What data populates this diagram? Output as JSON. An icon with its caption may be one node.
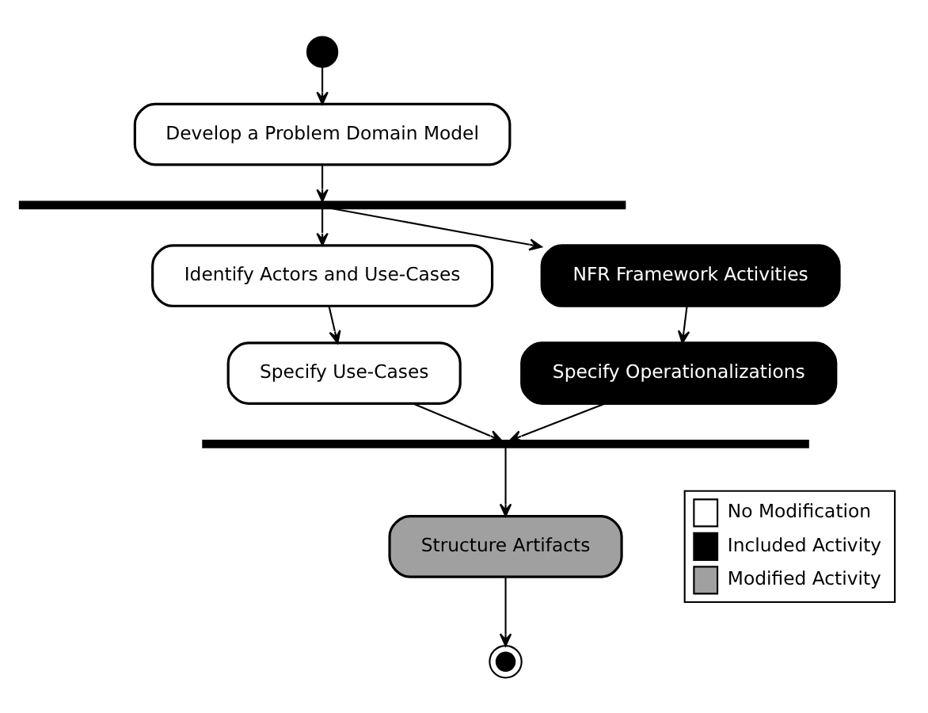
{
  "diagram": {
    "nodes": [
      {
        "text": [],
        "shape": "circle"
      },
      {
        "text": [
          "Develop a Problem Domain Model"
        ]
      },
      {
        "text": [],
        "shape": "bar"
      },
      {
        "text": [
          "Identify Actors and Use-Cases"
        ]
      },
      {
        "text": [
          "NFR Framework Activities"
        ]
      },
      {
        "text": [
          "Specify Use-Cases"
        ]
      },
      {
        "text": [
          "Specify Operationalizations"
        ]
      },
      {
        "text": [],
        "shape": "bar"
      },
      {
        "text": [
          "Structure Artifacts"
        ]
      },
      {
        "text": [],
        "shape": "bullseye"
      }
    ],
    "edges": [
      {
        "from": 0,
        "to": 1,
        "arrow": "to"
      },
      {
        "from": 1,
        "to": 2,
        "arrow": "to"
      },
      {
        "from": 2,
        "to": 3,
        "arrow": "to"
      },
      {
        "from": 2,
        "to": 4,
        "arrow": "to"
      },
      {
        "from": 3,
        "to": 5,
        "arrow": "to"
      },
      {
        "from": 4,
        "to": 6,
        "arrow": "to"
      },
      {
        "from": 5,
        "to": 7,
        "arrow": "to"
      },
      {
        "from": 6,
        "to": 7,
        "arrow": "to"
      },
      {
        "from": 7,
        "to": 8,
        "arrow": "to"
      },
      {
        "from": 8,
        "to": 9,
        "arrow": "to"
      }
    ],
    "legend": [
      {
        "text": "No Modification",
        "color": "#ffffff"
      },
      {
        "text": "Included Activity",
        "color": "#000000"
      },
      {
        "text": "Modified Activity",
        "color": "#a0a0a0"
      }
    ]
  }
}
